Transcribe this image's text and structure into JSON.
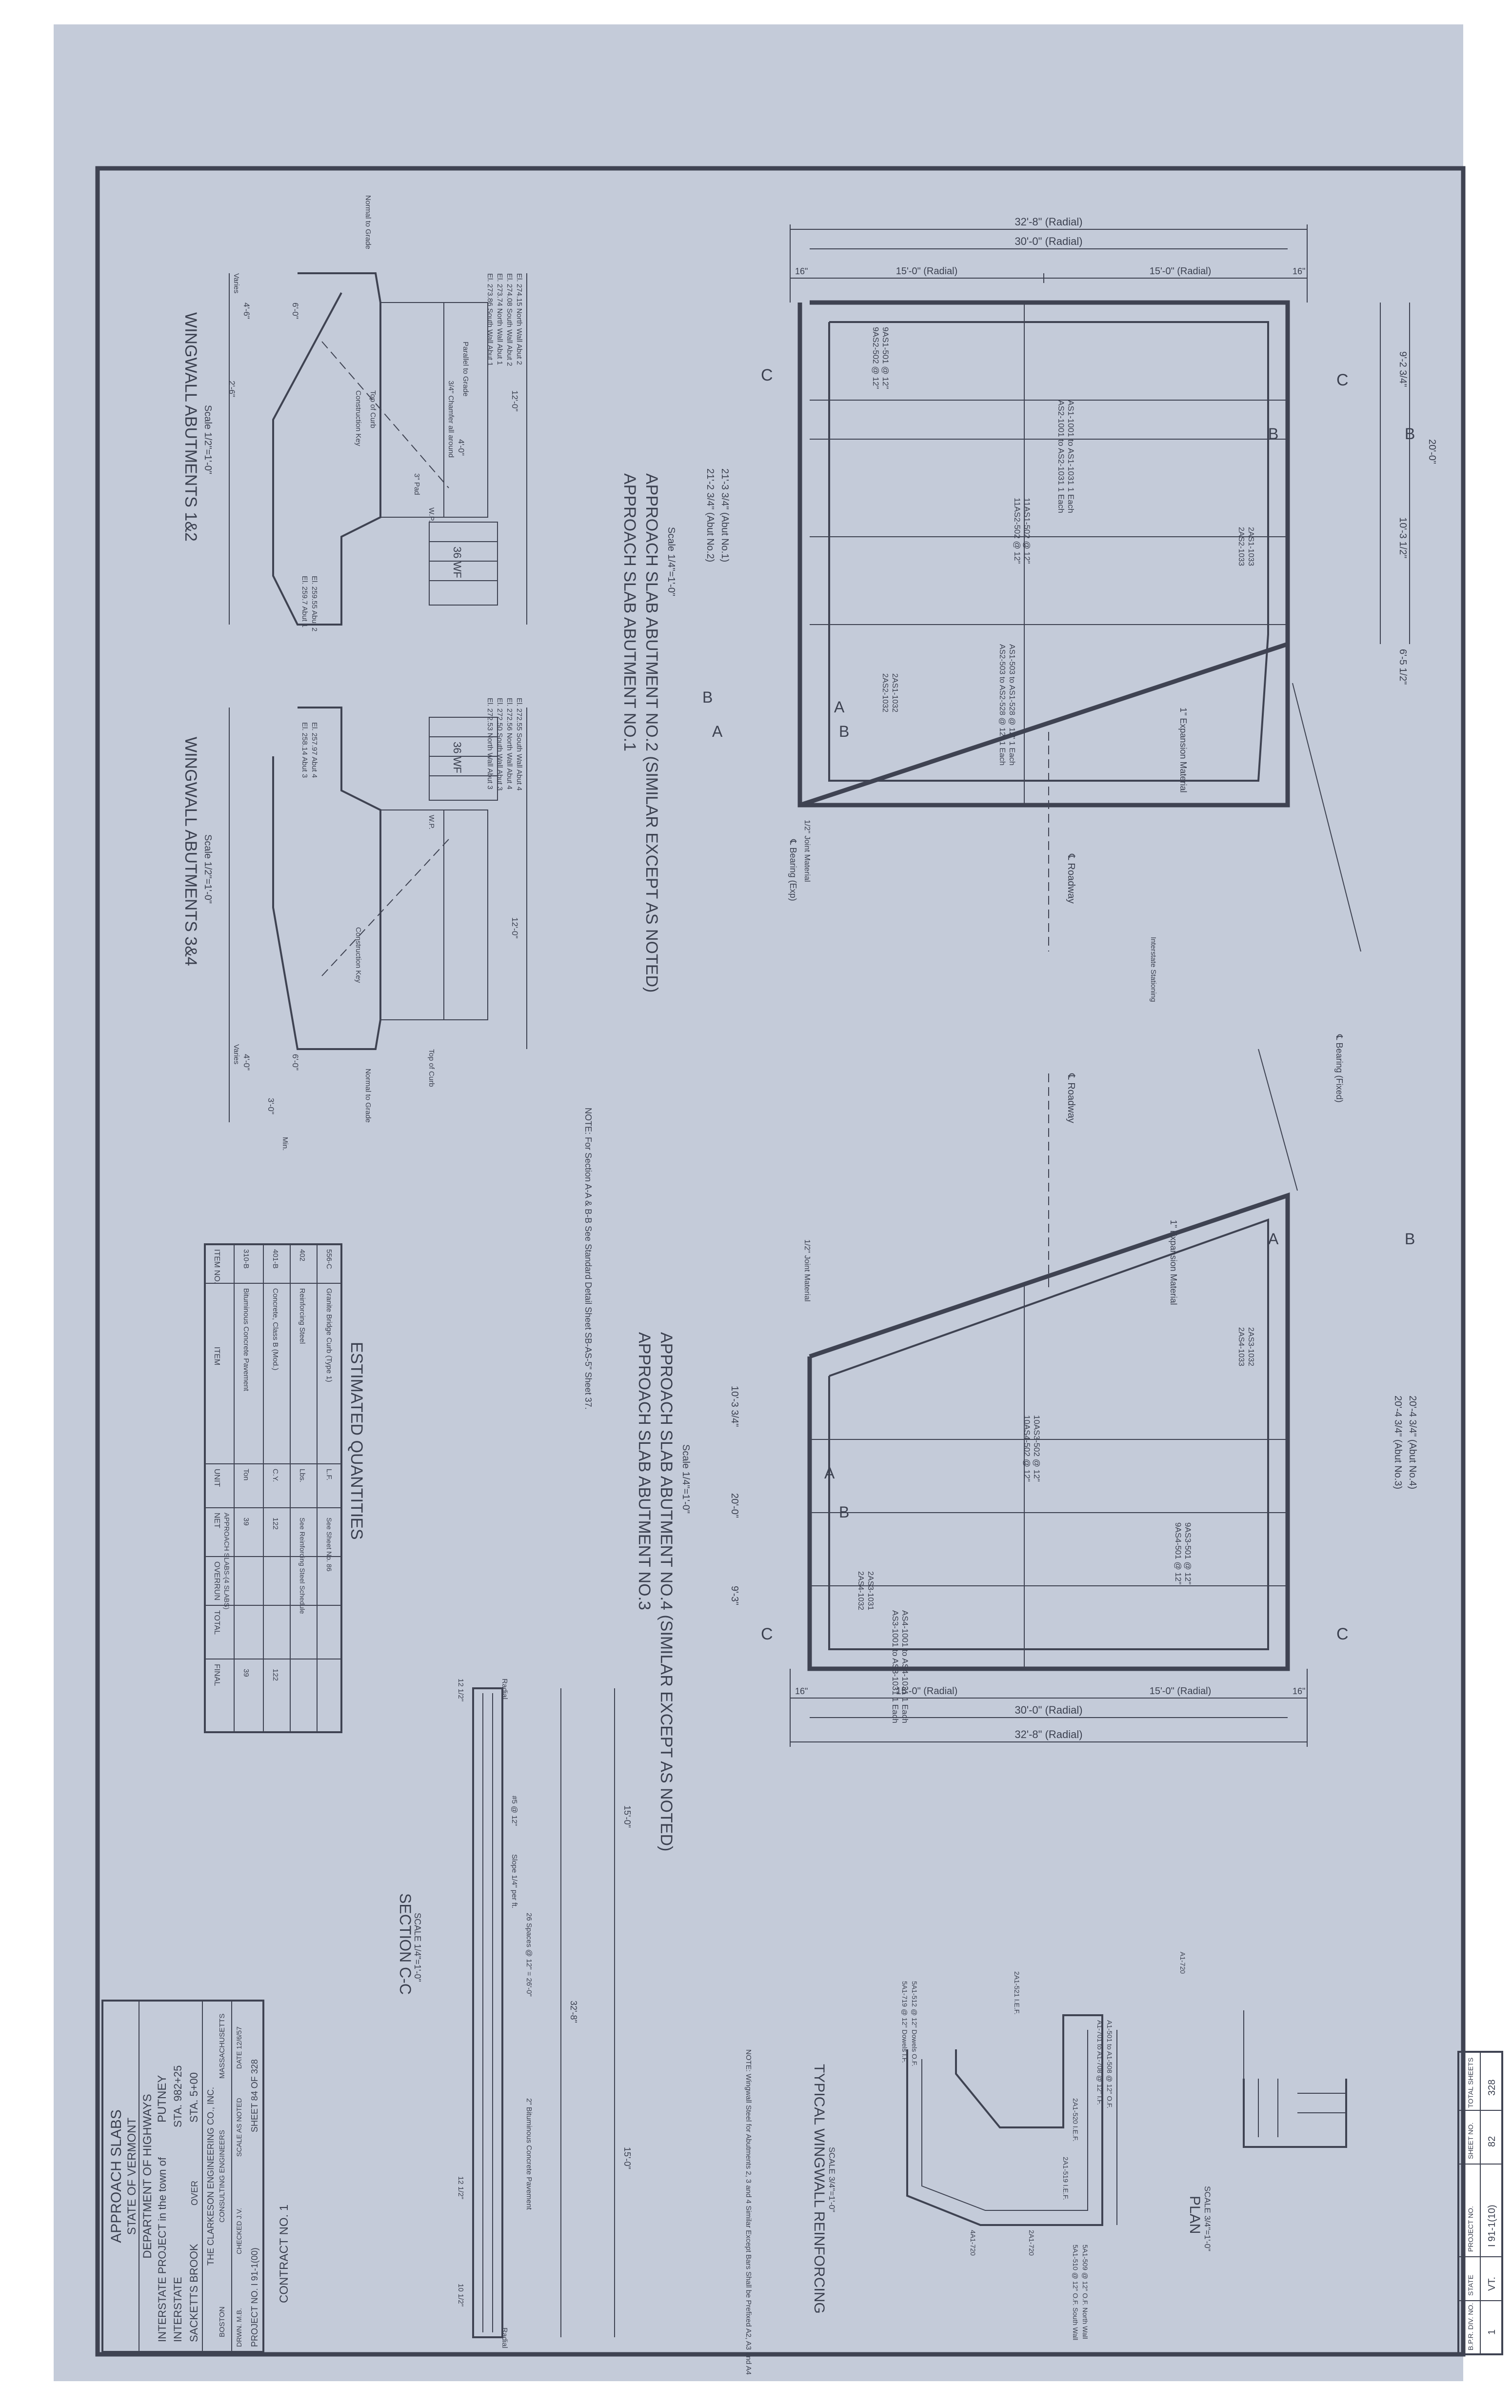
{
  "title_block": {
    "title": "APPROACH SLABS",
    "state": "STATE OF VERMONT",
    "department": "DEPARTMENT OF HIGHWAYS",
    "project_line1": "INTERSTATE PROJECT in the town of",
    "town": "PUTNEY",
    "route": "INTERSTATE",
    "sta1": "STA. 982+25",
    "crossing": "SACKETTS BROOK",
    "over": "OVER",
    "sta2": "STA. 5+00",
    "engineer": "THE CLARKESON ENGINEERING CO., INC.",
    "engineer_sub": "CONSULTING ENGINEERS",
    "city": "BOSTON",
    "state_ma": "MASSACHUSETTS",
    "drawn": "DRWN. M.B.",
    "checked": "CHECKED J.V.",
    "scale": "SCALE AS NOTED",
    "date": "DATE 12/6/57",
    "project_no": "PROJECT NO. I 91-1(00)",
    "sheet": "SHEET 84 OF 328",
    "contract": "CONTRACT NO. 1"
  },
  "header_box": {
    "headers": [
      "B.P.R. DIV. NO.",
      "STATE",
      "PROJECT NO.",
      "SHEET NO.",
      "TOTAL SHEETS"
    ],
    "values": [
      "1",
      "VT.",
      "I 91-1(10)",
      "82",
      "328"
    ]
  },
  "views": {
    "slab12_title1": "APPROACH SLAB ABUTMENT NO.1",
    "slab12_title2": "APPROACH SLAB ABUTMENT NO.2 (SIMILAR EXCEPT AS NOTED)",
    "slab34_title1": "APPROACH SLAB ABUTMENT NO.3",
    "slab34_title2": "APPROACH SLAB ABUTMENT NO.4 (SIMILAR EXCEPT AS NOTED)",
    "scale_slab": "Scale 1/4\"=1'-0\"",
    "wing12": "WINGWALL ABUTMENTS 1&2",
    "wing34": "WINGWALL ABUTMENTS 3&4",
    "scale_wing": "Scale 1/2\"=1'-0\"",
    "section_cc": "SECTION C-C",
    "scale_cc": "SCALE 1/4\"=1'-0\"",
    "typical": "TYPICAL WINGWALL REINFORCING",
    "scale_typ": "SCALE 3/4\"=1'-0\"",
    "typical_note": "NOTE: Wingwall Steel for Abutments 2, 3 and 4 Similar Except Bars Shall be Prefixed A2, A3 and A4",
    "plan": "PLAN",
    "scale_plan": "SCALE 3/4\"=1'-0\"",
    "note_sections": "NOTE: For Section A-A & B-B See Standard Detail Sheet SB-AS-5\" Sheet 37.",
    "roadway_cl": "℄ Roadway",
    "bearing_exp": "℄ Bearing (Exp)",
    "bearing_fixed": "℄ Bearing (Fixed)",
    "expansion": "1\" Expansion Material",
    "joint": "1/2\" Joint Material",
    "stationing": "Interstate Stationing"
  },
  "dimensions": {
    "overall": "32'-8\" (Radial)",
    "roadway": "30'-0\" (Radial)",
    "half": "15'-0\" (Radial)",
    "curb": "16\"",
    "top_dims": [
      "9'-2 3/4\"",
      "20'-0\"",
      "10'-3 1/2\"",
      "6'-5 1/2\""
    ],
    "mid_dims": [
      "21'-3 3/4\" (Abut No.1)",
      "21'-2 3/4\" (Abut No.2)"
    ],
    "bottom_dims": [
      "20'-4 3/4\" (Abut No.3)",
      "20'-4 3/4\" (Abut No.4)",
      "10'-3 3/4\"",
      "20'-0\"",
      "9'-3\""
    ]
  },
  "rebar_labels": {
    "slab12": [
      "AS1-1001 to AS1-1031 1 Each",
      "AS2-1001 to AS2-1031 1 Each",
      "9AS1-501 @ 12\"",
      "9AS2-502 @ 12\"",
      "11AS1-502 @ 12\"",
      "11AS2-502 @ 12\"",
      "AS1-503 to AS1-528 @ 12\" 1 Each",
      "AS2-503 to AS2-528 @ 12\" 1 Each",
      "2AS1-1032",
      "2AS2-1032",
      "2AS1-1033",
      "2AS2-1033"
    ],
    "slab34": [
      "AS3-1001 to AS3-1031 1 Each",
      "AS4-1001 to AS4-1031 1 Each",
      "9AS3-501 @ 12\"",
      "9AS4-501 @ 12\"",
      "10AS3-502 @ 12\"",
      "10AS4-502 @ 12\"",
      "2AS3-1031",
      "2AS4-1032",
      "2AS3-1032",
      "2AS4-1033"
    ]
  },
  "wing_labels": {
    "w12": [
      "El. 273.86 South Wall Abut 1",
      "El. 273.74 North Wall Abut 1",
      "El. 274.08 South Wall Abut 2",
      "El. 274.15 North Wall Abut 2",
      "El. 259.7 Abut 1",
      "El. 259.55 Abut 2",
      "Normal to Grade",
      "Parallel to Grade",
      "3/4\" Chamfer all around",
      "Top of Curb",
      "Construction Key",
      "Varies",
      "W.P.",
      "36 WF"
    ],
    "w34": [
      "El. 272.53 North Wall Abut 3",
      "El. 272.50 South Wall Abut 3",
      "El. 272.56 North Wall Abut 4",
      "El. 272.55 South Wall Abut 4",
      "El. 258.14 Abut 3",
      "El. 257.97 Abut 4",
      "Normal to Grade",
      "Top of Curb",
      "Construction Key",
      "Varies",
      "W.P.",
      "36 WF",
      "Min."
    ],
    "dims": [
      "4'-6\"",
      "6'-0\"",
      "4'-0\"",
      "12'-0\"",
      "2'-6\"",
      "3'-0\"",
      "6\"",
      "3\" Pad"
    ]
  },
  "quantities": {
    "title": "ESTIMATED QUANTITIES",
    "header_group": "APPROACH SLABS-(4 SLABS)",
    "columns": [
      "ITEM NO.",
      "ITEM",
      "UNIT",
      "NET",
      "OVERRUN",
      "TOTAL",
      "FINAL"
    ],
    "rows": [
      [
        "310-B",
        "Bituminous Concrete Pavement",
        "Ton",
        "39",
        "",
        "",
        "39"
      ],
      [
        "401-B",
        "Concrete, Class B (Mod.)",
        "C.Y.",
        "122",
        "",
        "",
        "122"
      ],
      [
        "402",
        "Reinforcing Steel",
        "Lbs.",
        "See Reinforcing Steel Schedule",
        "",
        "",
        ""
      ],
      [
        "556-C",
        "Granite Bridge Curb (Type 1)",
        "L.F.",
        "See Sheet No. 86",
        "",
        "",
        ""
      ]
    ]
  },
  "section_cc": {
    "labels": [
      "12 1/2\"",
      "32'-8\"",
      "15'-0\"",
      "15'-0\"",
      "Slope 1/4\" per ft.",
      "#5 @ 12\"",
      "26 Spaces @ 12\" = 26'-0\"",
      "2\" Bituminous Concrete Pavement",
      "12 1/2\"",
      "10 1/2\"",
      "Radial",
      "Radial"
    ]
  },
  "typical_labels": [
    "A1-501 to A1-508 @ 12\" O.F.",
    "A1-701 to A1-708 @ 12\" I.F.",
    "2A1-520 I.E.F.",
    "2A1-519 I.E.F.",
    "5A1-509 @ 12\" O.F. North Wall",
    "5A1-510 @ 12\" O.F. South Wall",
    "4A1-720",
    "2A1-720",
    "2A1-521 I.E.F.",
    "5A1-512 @ 12\" Dowels O.F.",
    "5A1-719 @ 12\" Dowels I.F.",
    "A1-720"
  ]
}
